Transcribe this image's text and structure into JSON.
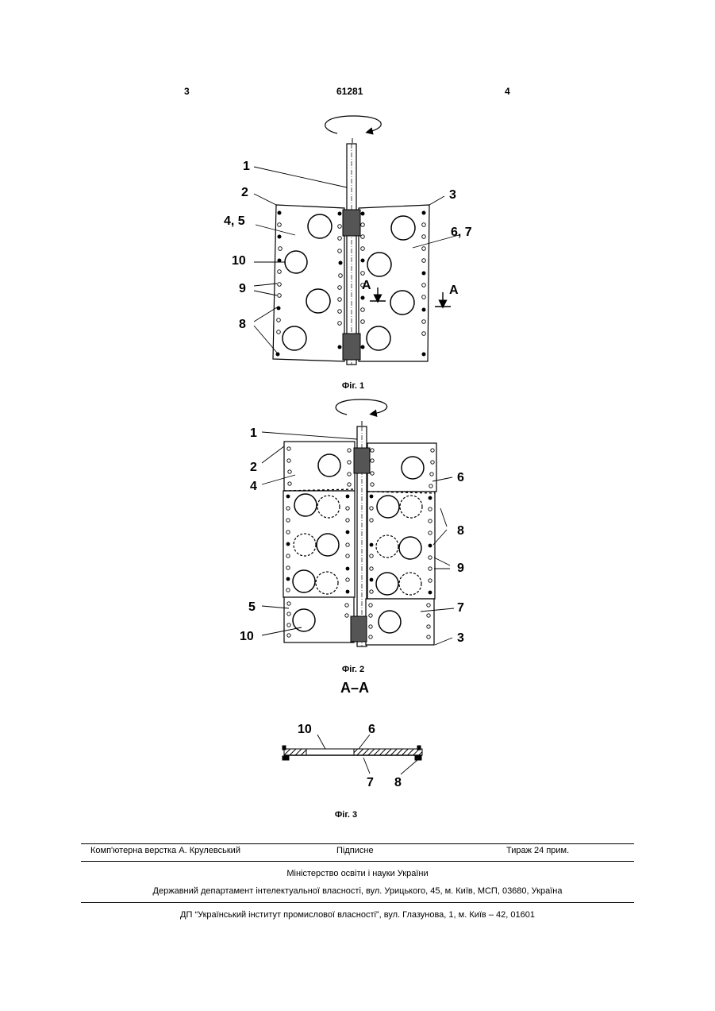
{
  "header": {
    "page_left": "3",
    "patent_number": "61281",
    "page_right": "4"
  },
  "figures": {
    "fig1": {
      "caption": "Фіг. 1",
      "labels": [
        "1",
        "2",
        "3",
        "4, 5",
        "6, 7",
        "10",
        "9",
        "8",
        "A",
        "A"
      ]
    },
    "fig2": {
      "caption": "Фіг. 2",
      "labels": [
        "1",
        "2",
        "4",
        "6",
        "8",
        "9",
        "5",
        "7",
        "10",
        "3"
      ]
    },
    "fig3": {
      "section_title": "A–A",
      "caption": "Фіг. 3",
      "labels": [
        "10",
        "6",
        "7",
        "8"
      ]
    }
  },
  "footer": {
    "layout_credit": "Комп'ютерна верстка А. Крулевський",
    "subscription": "Підписне",
    "circulation": "Тираж 24 прим.",
    "ministry": "Міністерство освіти і науки України",
    "department": "Державний департамент інтелектуальної власності, вул. Урицького, 45, м. Київ, МСП, 03680, Україна",
    "institute": "ДП “Український інститут промислової власності”, вул. Глазунова, 1, м. Київ – 42, 01601"
  }
}
